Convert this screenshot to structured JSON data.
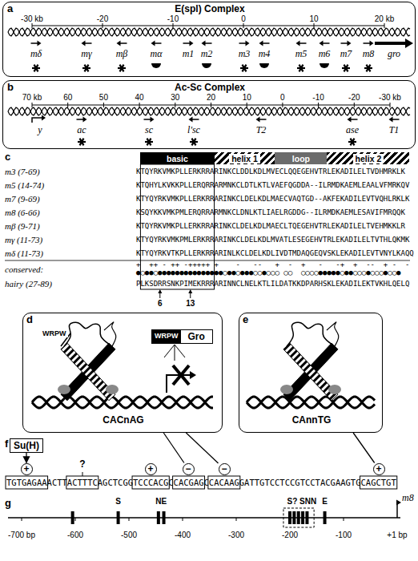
{
  "diagram": {
    "nodes": [
      {
        "text": [
          "a",
          "E(spl) Complex"
        ]
      },
      {
        "text": [
          "b",
          "Ac-Sc Complex"
        ]
      },
      {
        "text": [
          "basic"
        ]
      },
      {
        "text": [
          "helix 1"
        ]
      },
      {
        "text": [
          "loop"
        ]
      },
      {
        "text": [
          "helix 2"
        ]
      },
      {
        "text": [
          "d",
          "WRPW",
          "CACnAG"
        ]
      },
      {
        "text": [
          "WRPW",
          "Gro"
        ],
        "in": 6
      },
      {
        "text": [
          "e",
          "CAnnTG"
        ]
      },
      {
        "text": [
          "Su(H)"
        ]
      },
      {
        "text": [
          "+"
        ]
      },
      {
        "text": [
          "+"
        ]
      },
      {
        "text": [
          "−"
        ]
      },
      {
        "text": [
          "−"
        ]
      },
      {
        "text": [
          "+"
        ]
      }
    ],
    "edges": [
      {
        "from": 9,
        "to": 10,
        "arrow": "to"
      },
      {
        "from": 6,
        "to": 12,
        "arrow": "none"
      },
      {
        "from": 6,
        "to": 13,
        "arrow": "none"
      },
      {
        "from": 8,
        "to": 14,
        "arrow": "none"
      }
    ],
    "labels": [
      "-30 kb",
      "-20",
      "-10",
      "0",
      "10",
      "20 kb",
      "mδ",
      "mγ",
      "mβ",
      "mα",
      "m1",
      "m2",
      "m3",
      "m4",
      "m5",
      "m6",
      "m7",
      "m8",
      "gro",
      "70 kb",
      "60",
      "50",
      "40",
      "30",
      "20",
      "10",
      "0",
      "-10",
      "-20",
      "-30 kb",
      "y",
      "ac",
      "sc",
      "l'sc",
      "T2",
      "ase",
      "T1",
      "c",
      "m3 (7-69)",
      "KTQYRKVMKPLLERKRRARINKCLDDLKDLMVECLQQEGEHVTRLEKADILELTVDHMRKLK",
      "m5 (14-74)",
      "KTQHYLKVKKPLLERQRRARMNKCLDTLKTLVAEFQGDDA--ILRMDKAEMLEAALVFMRKQV",
      "m7 (9-69)",
      "KTYQYRKVMKPLLERKRRARINKCLDELKDLMAECVAQTGD--AKFEKADILEVTVQHLRKLK",
      "m8 (6-66)",
      "KSQYKKVMKPMLERQRRARMNKCLDNLKTLIAELRGDDG--ILRMDKAEMLESAVIFMRQQK",
      "mβ (9-71)",
      "KTQYRKVMKPLLERKRRARINKCLDELKDLMAECLTQEGEHVTRLEKADILELTVEHMKKLR",
      "mγ (11-73)",
      "KTYQYRKVMKPMLERKRRARINKCLDELKDLMVATLESEGEHVTRLEKADILELTVTHLQKMK",
      "mδ (11-73)",
      "KTYQYRKVTKPLLERKRRARINLKCLDELKDLIVDTMDAQGEQVSKLEKADILEVTVNYLKAQQ",
      "conserved:",
      "+  ++ - ++ -+++++ +    -   --   +  -  +   -   -+  +  --  + -  -",
      "●○●●○●●●●●●●●●●●●●●●○●●○●●●○○●○○○ ○○  ○○○○●●●●●○●●○○○●○○○●○○●",
      "hairy (27-89)",
      "PLKSDRRSNKPIMEKRRRARINNCLNELKTLILDATKKDPARHSKLEKADILEKTVKHLQELQ",
      "6",
      "13",
      "f",
      "?",
      "TGTGAGAAACTTACTTTCAGCTCGGTCCCACGCCACGAGCCACAAGGATTGTCCTCCGTCCTACGAAGTGCAGCTGT",
      "g",
      "S",
      "NE",
      "S?",
      "SNN",
      "E",
      "-700 bp",
      "-600",
      "-500",
      "-400",
      "-300",
      "-200",
      "-100",
      "+1 bp",
      "m8"
    ]
  }
}
